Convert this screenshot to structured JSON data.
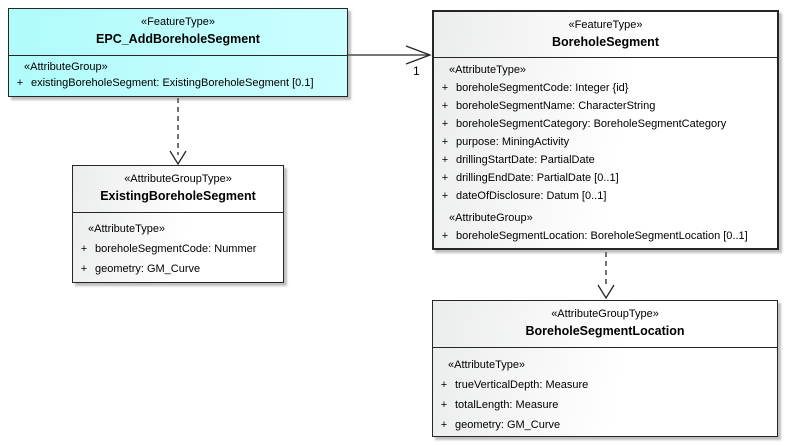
{
  "colors": {
    "canvas_bg": "#ffffff",
    "border": "#262626",
    "shade": "#ebecec",
    "feature_fill": "#b0fbfc",
    "feature_fill_light": "#ccfefe",
    "text": "#000000"
  },
  "classes": [
    {
      "stereotype": "«FeatureType»",
      "name": "EPC_AddBoreholeSegment",
      "sections": [
        {
          "header": "«AttributeGroup»",
          "attributes": [
            {
              "vis": "+",
              "text": "existingBoreholeSegment: ExistingBoreholeSegment [0.1]"
            }
          ]
        }
      ]
    },
    {
      "stereotype": "«FeatureType»",
      "name": "BoreholeSegment",
      "sections": [
        {
          "header": "«AttributeType»",
          "attributes": [
            {
              "vis": "+",
              "text": "boreholeSegmentCode: Integer {id}"
            },
            {
              "vis": "+",
              "text": "boreholeSegmentName: CharacterString"
            },
            {
              "vis": "+",
              "text": "boreholeSegmentCategory: BoreholeSegmentCategory"
            },
            {
              "vis": "+",
              "text": "purpose: MiningActivity"
            },
            {
              "vis": "+",
              "text": "drillingStartDate: PartialDate"
            },
            {
              "vis": "+",
              "text": "drillingEndDate: PartialDate [0..1]"
            },
            {
              "vis": "+",
              "text": "dateOfDisclosure: Datum [0..1]"
            }
          ]
        },
        {
          "header": "«AttributeGroup»",
          "attributes": [
            {
              "vis": "+",
              "text": "boreholeSegmentLocation: BoreholeSegmentLocation [0..1]"
            }
          ]
        }
      ]
    },
    {
      "stereotype": "«AttributeGroupType»",
      "name": "ExistingBoreholeSegment",
      "sections": [
        {
          "header": "«AttributeType»",
          "attributes": [
            {
              "vis": "+",
              "text": "boreholeSegmentCode: Nummer"
            },
            {
              "vis": "+",
              "text": "geometry: GM_Curve"
            }
          ]
        }
      ]
    },
    {
      "stereotype": "«AttributeGroupType»",
      "name": "BoreholeSegmentLocation",
      "sections": [
        {
          "header": "«AttributeType»",
          "attributes": [
            {
              "vis": "+",
              "text": "trueVerticalDepth: Measure"
            },
            {
              "vis": "+",
              "text": "totalLength: Measure"
            },
            {
              "vis": "+",
              "text": "geometry: GM_Curve"
            }
          ]
        }
      ]
    }
  ],
  "connectors": {
    "association": {
      "multiplicity": "1"
    }
  }
}
